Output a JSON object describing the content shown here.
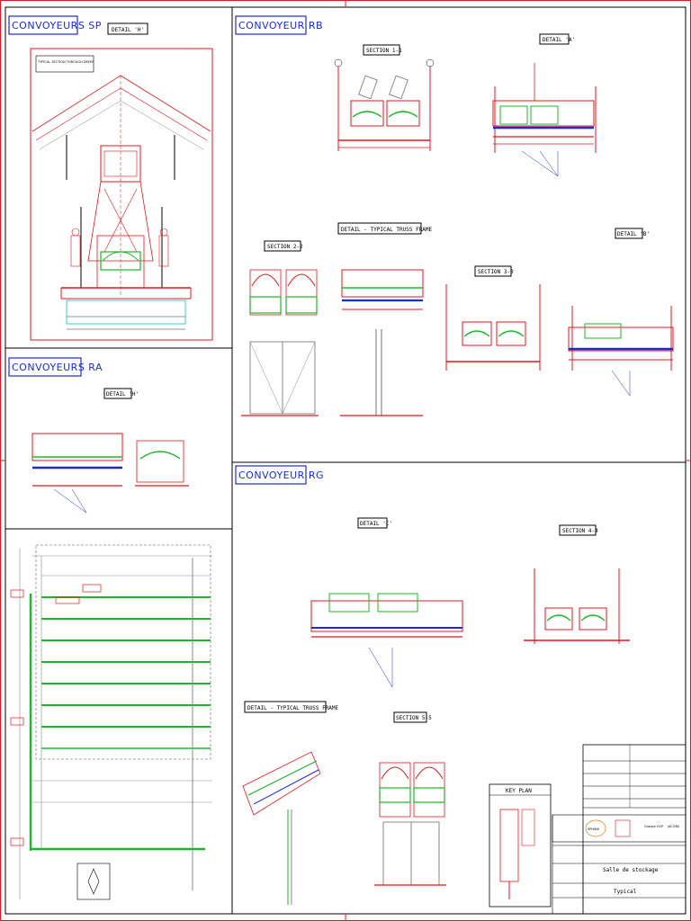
{
  "sections": {
    "sp": "CONVOYEURS SP",
    "rb": "CONVOYEUR RB",
    "ra": "CONVOYEURS RA",
    "rg": "CONVOYEUR RG"
  },
  "views": {
    "sp_detail": "DETAIL 'H'",
    "sp_note": "TYPICAL SECTION THROUGH DRYER",
    "rb_section_1": "SECTION 1-1",
    "rb_detail_a": "DETAIL 'A'",
    "rb_truss": "DETAIL - TYPICAL TRUSS FRAME",
    "rb_section_2": "SECTION 2-2",
    "rb_section_3": "SECTION 3-3",
    "rb_detail_b": "DETAIL 'B'",
    "ra_detail": "DETAIL 'H'",
    "rg_detail_c": "DETAIL 'C'",
    "rg_section_4": "SECTION 4-4",
    "rg_truss": "DETAIL - TYPICAL TRUSS FRAME",
    "rg_section_5": "SECTION 5-5",
    "key_plan": "KEY PLAN"
  },
  "title_block": {
    "logos": [
      "SPHINX",
      "Groupe OCP",
      "JACOBS"
    ],
    "drawing_title": "Salle de stockage",
    "drawing_subtitle": "Typical"
  },
  "colors": {
    "header_blue": "#1a2bd6",
    "steel_red": "#e8141b",
    "conveyor_green": "#1bb82a",
    "belt_blue": "#1a2bd6",
    "grid_gray": "#8a8a8a"
  }
}
